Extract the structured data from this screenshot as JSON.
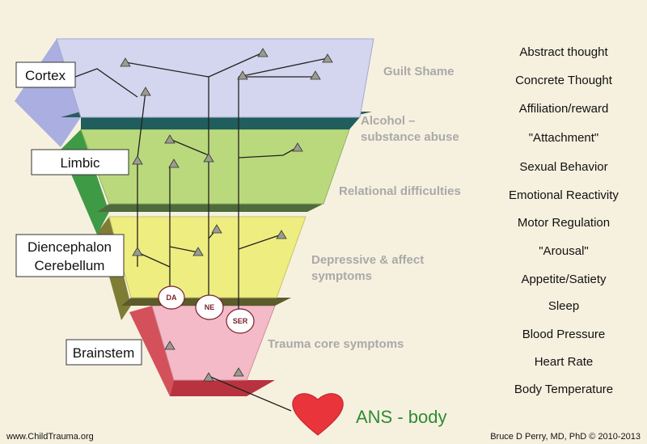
{
  "regions": {
    "cortex": "Cortex",
    "limbic": "Limbic",
    "diencephalon_line1": "Diencephalon",
    "diencephalon_line2": "Cerebellum",
    "brainstem": "Brainstem"
  },
  "symptoms": {
    "guilt": "Guilt  Shame",
    "alcohol_line1": "Alcohol –",
    "alcohol_line2": "substance abuse",
    "relational": "Relational difficulties",
    "depressive_line1": "Depressive & affect",
    "depressive_line2": "symptoms",
    "trauma": "Trauma core symptoms"
  },
  "functions": [
    "Abstract thought",
    "Concrete Thought",
    "Affiliation/reward",
    "\"Attachment\"",
    "Sexual Behavior",
    "Emotional Reactivity",
    "Motor Regulation",
    "\"Arousal\"",
    "Appetite/Satiety",
    "Sleep",
    "Blood Pressure",
    "Heart Rate",
    "Body Temperature"
  ],
  "neurotransmitters": {
    "da": "DA",
    "ne": "NE",
    "ser": "SER"
  },
  "ans_label": "ANS - body",
  "footer": {
    "left": "www.ChildTrauma.org",
    "right": "Bruce D Perry, MD, PhD © 2010-2013"
  },
  "colors": {
    "background": "#f6f1df",
    "cortex": "#d4d6ef",
    "limbic": "#b8d77c",
    "diencephalon": "#eeec7e",
    "brainstem": "#f3b7c6",
    "heart": "#e8343a",
    "ans_text": "#2e8b34"
  }
}
